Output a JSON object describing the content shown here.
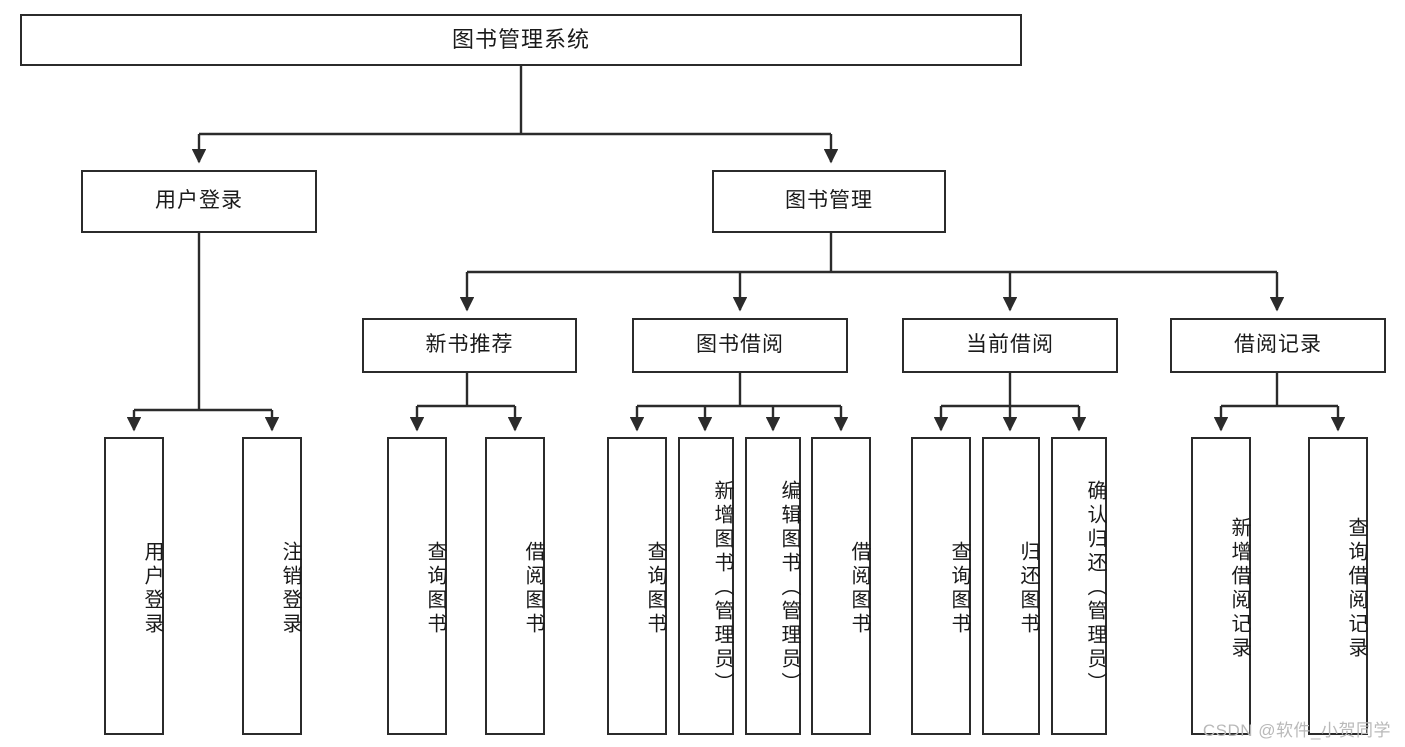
{
  "diagram": {
    "title_node": {
      "label": "图书管理系统"
    },
    "level2": [
      {
        "label": "用户登录"
      },
      {
        "label": "图书管理"
      }
    ],
    "level3": [
      {
        "label": "新书推荐"
      },
      {
        "label": "图书借阅"
      },
      {
        "label": "当前借阅"
      },
      {
        "label": "借阅记录"
      }
    ],
    "leaves": {
      "user_login": [
        {
          "label": "用户登录"
        },
        {
          "label": "注销登录"
        }
      ],
      "new_book_recommend": [
        {
          "label": "查询图书"
        },
        {
          "label": "借阅图书"
        }
      ],
      "book_borrow": [
        {
          "label": "查询图书"
        },
        {
          "label": "新增图书（管理员）"
        },
        {
          "label": "编辑图书（管理员）"
        },
        {
          "label": "借阅图书"
        }
      ],
      "current_borrow": [
        {
          "label": "查询图书"
        },
        {
          "label": "归还图书"
        },
        {
          "label": "确认归还（管理员）"
        }
      ],
      "borrow_record": [
        {
          "label": "新增借阅记录"
        },
        {
          "label": "查询借阅记录"
        }
      ]
    },
    "watermark": "CSDN @软件_小贺同学",
    "colors": {
      "stroke": "#2b2b2b",
      "text": "#1a1a1a",
      "background": "#ffffff",
      "watermark": "#b9b9b9"
    }
  }
}
